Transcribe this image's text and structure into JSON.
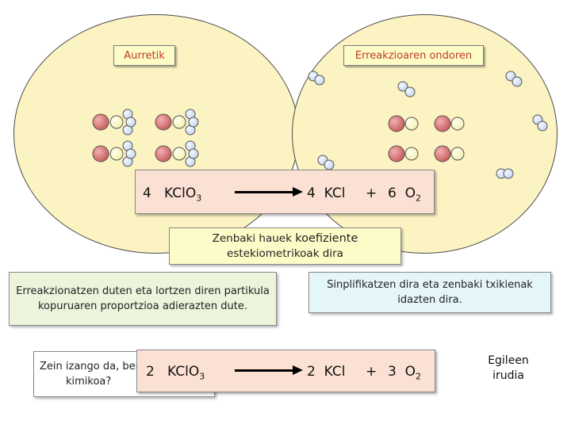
{
  "labels": {
    "before": "Aurretik",
    "after": "Erreakzioaren ondoren"
  },
  "equation1": {
    "reactant_coef": "4",
    "reactant": "KClO",
    "reactant_sub": "3",
    "product1_coef": "4",
    "product1": "KCl",
    "plus": "+",
    "product2_coef": "6",
    "product2": "O",
    "product2_sub": "2"
  },
  "coefficients_note": {
    "text_plain": "Zenbaki hauek ",
    "text_bold": "koefiziente",
    "line2": "estekiometrikoak dira"
  },
  "proportion_note": "Erreakzionatzen duten eta lortzen diren partikula kopuruaren proportzioa adierazten dute.",
  "simplify_note": "Sinplifikatzen dira eta zenbaki txikienak idazten dira.",
  "question": {
    "line1": "Zein izango da, ber",
    "line2": "kimikoa?"
  },
  "equation2": {
    "reactant_coef": "2",
    "reactant": "KClO",
    "reactant_sub": "3",
    "product1_coef": "2",
    "product1": "KCl",
    "plus": "+",
    "product2_coef": "3",
    "product2": "O",
    "product2_sub": "2"
  },
  "credit": {
    "line1": "Egileen",
    "line2": "irudia"
  },
  "colors": {
    "ellipse_fill": "#fcf3c3",
    "tag_fill": "#fdfcc6",
    "tag_text": "#c0392b",
    "equation_fill": "#fbe1d3",
    "coef_note_fill": "#fdfcc8",
    "proportion_fill": "#ecf4dc",
    "simplify_fill": "#e4f6fa",
    "potassium": "#c85a5a",
    "chlorine": "#f3f0b0",
    "oxygen": "#c4d6ec"
  }
}
